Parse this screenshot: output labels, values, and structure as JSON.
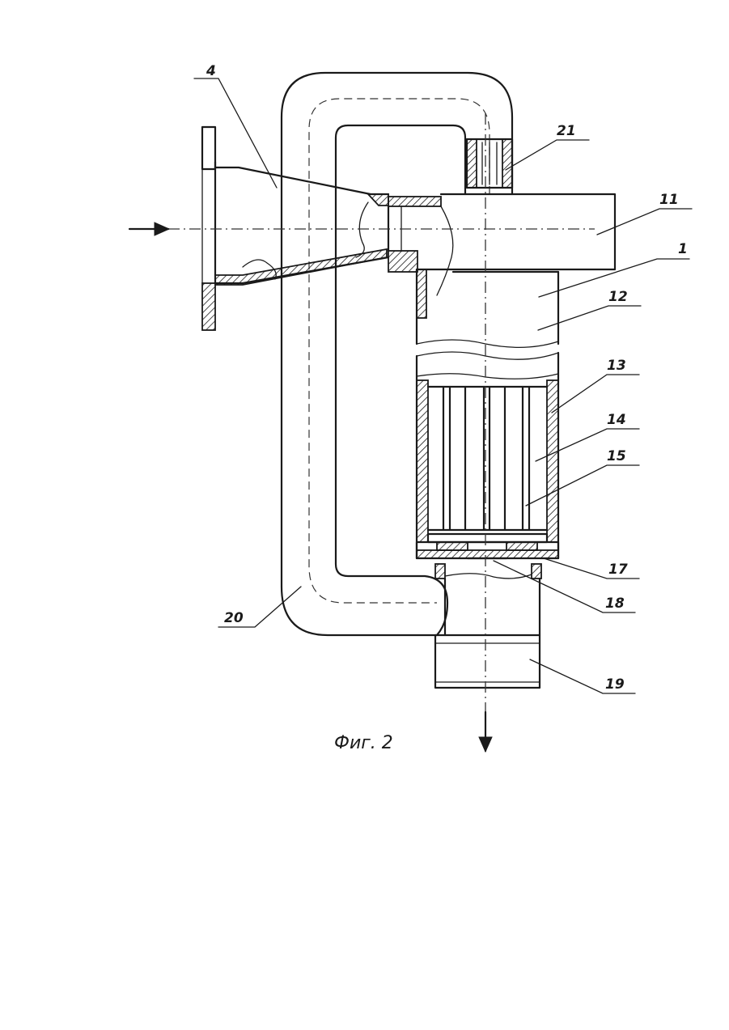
{
  "figure": {
    "caption": "Фиг. 2",
    "labels": {
      "l4": "4",
      "l11": "11",
      "l1": "1",
      "l12": "12",
      "l13": "13",
      "l14": "14",
      "l15": "15",
      "l17": "17",
      "l18": "18",
      "l19": "19",
      "l20": "20",
      "l21": "21"
    }
  }
}
